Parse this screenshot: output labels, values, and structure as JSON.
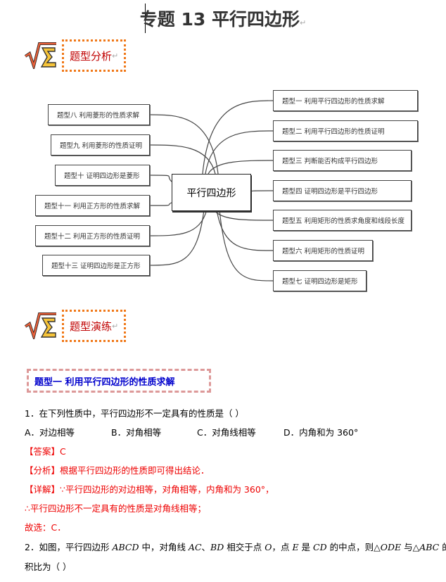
{
  "title": "专题 13  平行四边形",
  "section1": "题型分析",
  "section2": "题型演练",
  "mindmap": {
    "center": "平行四边形",
    "right": [
      "题型一  利用平行四边形的性质求解",
      "题型二  利用平行四边形的性质证明",
      "题型三  判断能否构成平行四边形",
      "题型四  证明四边形是平行四边形",
      "题型五  利用矩形的性质求角度和线段长度",
      "题型六  利用矩形的性质证明",
      "题型七  证明四边形是矩形"
    ],
    "left": [
      "题型八  利用菱形的性质求解",
      "题型九 利用菱形的性质证明",
      "题型十  证明四边形是菱形",
      "题型十一  利用正方形的性质求解",
      "题型十二  利用正方形的性质证明",
      "题型十三  证明四边形是正方形"
    ]
  },
  "heading1": "题型一    利用平行四边形的性质求解",
  "q1": {
    "stem": "1．在下列性质中，平行四边形不一定具有的性质是（     ）",
    "options": [
      "A．对边相等",
      "B．对角相等",
      "C．对角线相等",
      "D．内角和为 360°"
    ],
    "answer": "【答案】C",
    "analysis": "【分析】根据平行四边形的性质即可得出结论．",
    "detail": "【详解】∵平行四边形的对边相等，对角相等，内角和为 360°，",
    "therefore": "∴平行四边形不一定具有的性质是对角线相等；",
    "choose": "故选：C．"
  },
  "q2": {
    "line1_a": "2．如图，平行四边形 ",
    "abcd": "ABCD",
    "line1_b": " 中，对角线 ",
    "ac": "AC",
    "sep": "、",
    "bd": "BD",
    "line1_c": " 相交于点 ",
    "o": "O",
    "line1_d": "，点 ",
    "e": "E",
    "line1_e": " 是 ",
    "cd": "CD",
    "line1_f": " 的中点，则△",
    "ode": "ODE",
    "line1_g": " 与△",
    "abc": "ABC",
    "line1_h": " 的面",
    "line2": "积比为（     ）"
  },
  "return_mark": "↵"
}
